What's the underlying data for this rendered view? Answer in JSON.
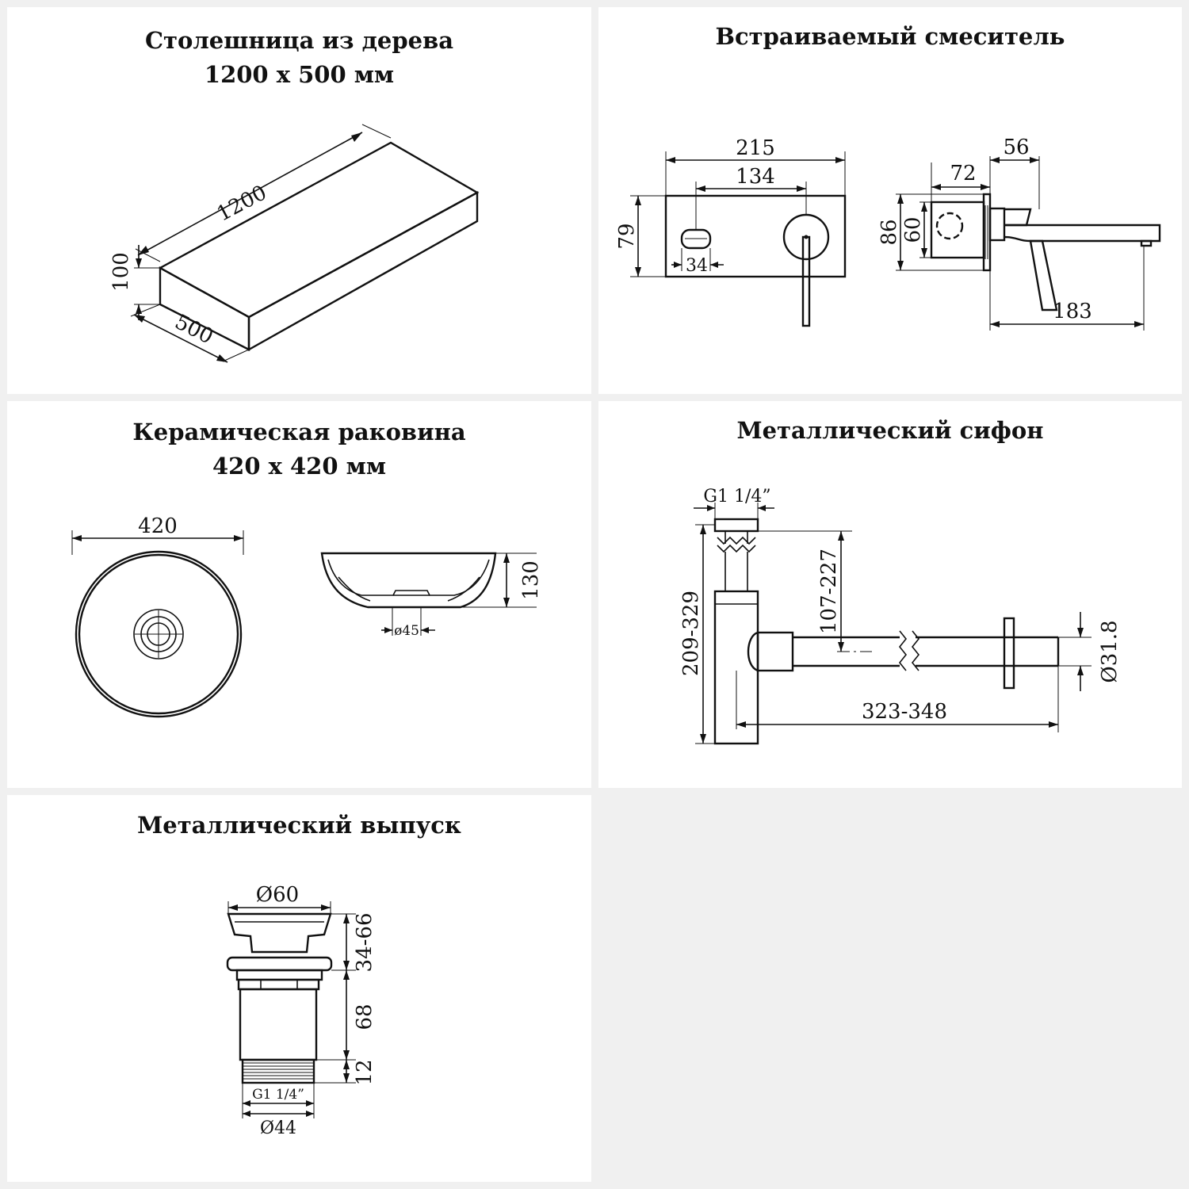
{
  "panels": {
    "countertop": {
      "title_line1": "Столешница из дерева",
      "title_line2": "1200 х 500 мм",
      "dims": {
        "length": "1200",
        "depth": "500",
        "thickness": "100"
      }
    },
    "faucet": {
      "title": "Встраиваемый смеситель",
      "dims": {
        "width": "215",
        "spacing": "134",
        "height": "79",
        "handle": "34",
        "depth_a": "56",
        "depth_b": "72",
        "height_a": "86",
        "height_b": "60",
        "spout": "183"
      }
    },
    "sink": {
      "title_line1": "Керамическая раковина",
      "title_line2": "420 х 420 мм",
      "dims": {
        "diameter": "420",
        "height": "130",
        "drain": "ø45"
      }
    },
    "siphon": {
      "title": "Металлический сифон",
      "dims": {
        "thread": "G1 1/4”",
        "total_height": "209-329",
        "upper": "107-227",
        "length": "323-348",
        "pipe": "Ø31.8"
      }
    },
    "drain": {
      "title": "Металлический выпуск",
      "dims": {
        "cap": "Ø60",
        "top": "34-66",
        "body": "68",
        "thread_len": "12",
        "thread": "G1 1/4”",
        "bottom": "Ø44"
      }
    }
  }
}
